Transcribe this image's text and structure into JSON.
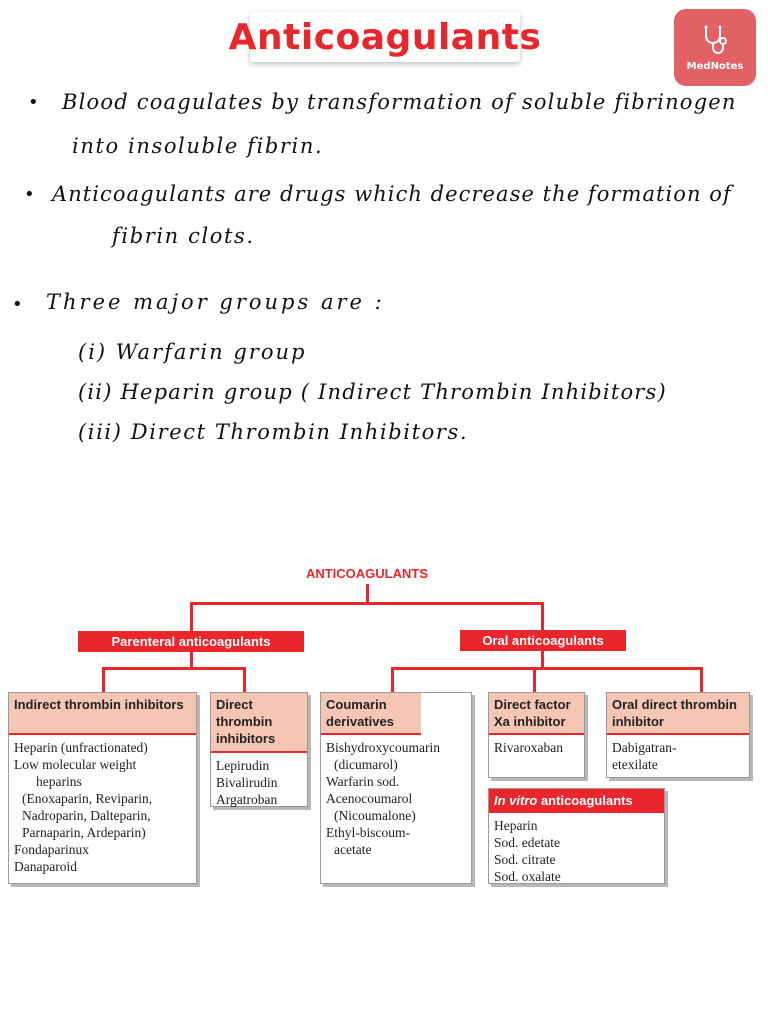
{
  "header": {
    "title": "Anticoagulants",
    "logo_text": "MedNotes",
    "logo_icon": "stethoscope-icon",
    "accent_color": "#e8262b"
  },
  "notes": {
    "bullets": [
      {
        "lines": [
          "Blood coagulates by transformation of soluble fibrinogen",
          "into insoluble fibrin."
        ]
      },
      {
        "lines": [
          "Anticoagulants are drugs which decrease the formation of",
          "fibrin clots."
        ]
      },
      {
        "lines": [
          "Three major groups are :"
        ]
      }
    ],
    "groups": [
      "(i) Warfarin group",
      "(ii) Heparin group  ( Indirect Thrombin Inhibitors)",
      "(iii) Direct Thrombin Inhibitors."
    ]
  },
  "diagram": {
    "title": "ANTICOAGULANTS",
    "branches": [
      "Parenteral anticoagulants",
      "Oral anticoagulants"
    ],
    "boxes": [
      {
        "header": "Indirect thrombin inhibitors",
        "items": [
          "Heparin (unfractionated)",
          "Low molecular weight",
          "heparins",
          "(Enoxaparin, Reviparin,",
          "Nadroparin, Dalteparin,",
          "Parnaparin, Ardeparin)",
          "Fondaparinux",
          "Danaparoid"
        ]
      },
      {
        "header": "Direct thrombin inhibitors",
        "items": [
          "Lepirudin",
          "Bivalirudin",
          "Argatroban"
        ]
      },
      {
        "header": "Coumarin derivatives",
        "items": [
          "Bishydroxycoumarin",
          "(dicumarol)",
          "Warfarin sod.",
          "Acenocoumarol",
          "(Nicoumalone)",
          "Ethyl-biscoum-",
          "acetate"
        ]
      },
      {
        "header": "Direct factor Xa inhibitor",
        "items": [
          "Rivaroxaban"
        ]
      },
      {
        "header": "Oral direct thrombin inhibitor",
        "items": [
          "Dabigatran-",
          "etexilate"
        ]
      },
      {
        "header_italic": "In vitro",
        "header_rest": " anticoagulants",
        "items": [
          "Heparin",
          "Sod. edetate",
          "Sod. citrate",
          "Sod. oxalate"
        ]
      }
    ]
  }
}
